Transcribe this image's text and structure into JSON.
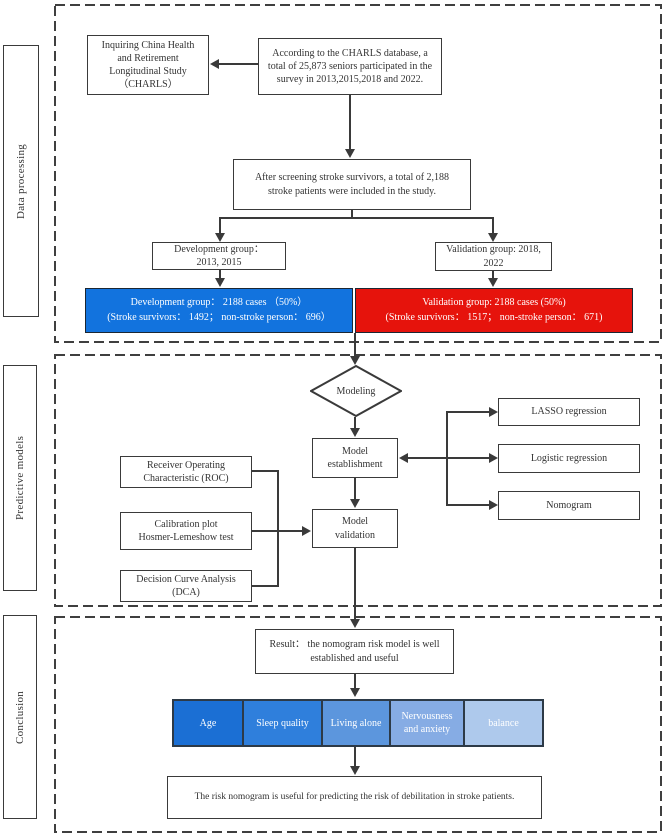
{
  "sections": {
    "data_processing": {
      "label": "Data processing",
      "charls_lines": [
        "Inquiring China Health",
        "and Retirement",
        "Longitudinal Study",
        "（CHARLS）"
      ],
      "charls_db_text": "According to the CHARLS database, a total of 25,873 seniors participated in the survey in 2013,2015,2018 and 2022.",
      "screening_text": "After screening stroke survivors, a total of 2,188 stroke patients were included in the study.",
      "dev_group_lines": [
        "Development group：",
        "2013, 2015"
      ],
      "val_group_lines": [
        "Validation group:  2018,",
        "2022"
      ],
      "dev_bar": {
        "color": "#1273DE",
        "lines": [
          "Development group： 2188 cases （50%）",
          "(Stroke survivors： 1492； non-stroke person： 696）"
        ]
      },
      "val_bar": {
        "color": "#E6130C",
        "lines": [
          "Validation group: 2188 cases (50%)",
          "(Stroke survivors： 1517； non-stroke person： 671)"
        ]
      }
    },
    "predictive_models": {
      "label": "Predictive models",
      "modeling_label": "Modeling",
      "establishment_lines": [
        "Model",
        "establishment"
      ],
      "validation_lines": [
        "Model",
        "validation"
      ],
      "lasso_label": "LASSO regression",
      "logistic_label": "Logistic regression",
      "nomogram_label": "Nomogram",
      "roc_lines": [
        "Receiver Operating",
        "Characteristic (ROC)"
      ],
      "calibration_lines": [
        "Calibration plot",
        "Hosmer-Lemeshow test"
      ],
      "dca_lines": [
        "Decision Curve Analysis",
        "(DCA)"
      ]
    },
    "conclusion": {
      "label": "Conclusion",
      "result_lines": [
        "Result：  the nomogram risk model is well",
        "established and useful"
      ],
      "factors": [
        {
          "label": "Age",
          "color": "#1B6FD4"
        },
        {
          "label": "Sleep quality",
          "color": "#2F7FDC"
        },
        {
          "label": "Living alone",
          "color": "#5C96DD"
        },
        {
          "label": "Nervousness and anxiety",
          "color": "#86ACE4"
        },
        {
          "label": "balance",
          "color": "#AEC9EC"
        }
      ],
      "final_text": "The risk nomogram is useful for predicting the risk of debilitation in stroke patients."
    }
  }
}
